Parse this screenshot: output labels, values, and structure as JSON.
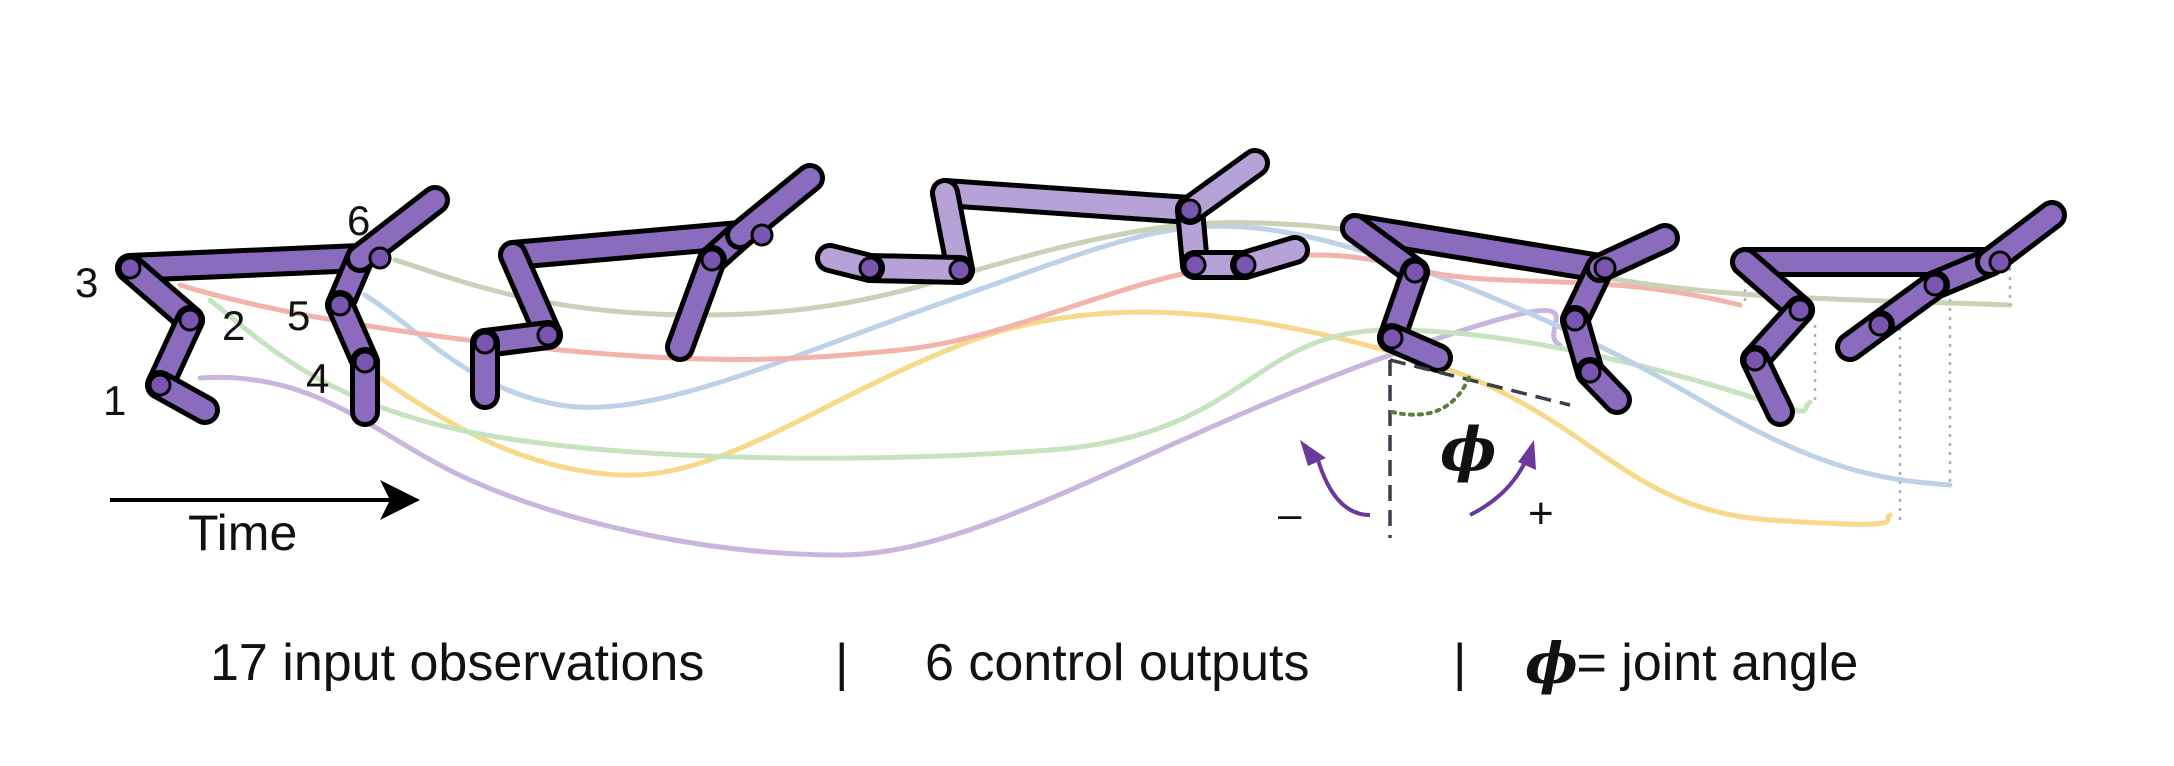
{
  "joint_labels": [
    "1",
    "2",
    "3",
    "4",
    "5",
    "6"
  ],
  "time_label": "Time",
  "angle_symbol": "ϕ",
  "sign_minus": "–",
  "sign_plus": "+",
  "caption": {
    "observations": "17 input observations",
    "separator": "|",
    "outputs": "6 control outputs",
    "phi_symbol": "ϕ",
    "phi_definition": " = joint angle"
  },
  "colors": {
    "limb_fill": "#8b6bbd",
    "limb_fill_light": "#b7a2d8",
    "limb_outline": "#000000",
    "joint": "#7a55b0",
    "trace_purple": "#c9b6dd",
    "trace_yellow": "#f7d98a",
    "trace_green": "#c5e3bf",
    "trace_blue": "#bdd2e6",
    "trace_red": "#f3b3ad",
    "trace_olive": "#c9d2b6",
    "arrow_purple": "#6a3a9a"
  }
}
